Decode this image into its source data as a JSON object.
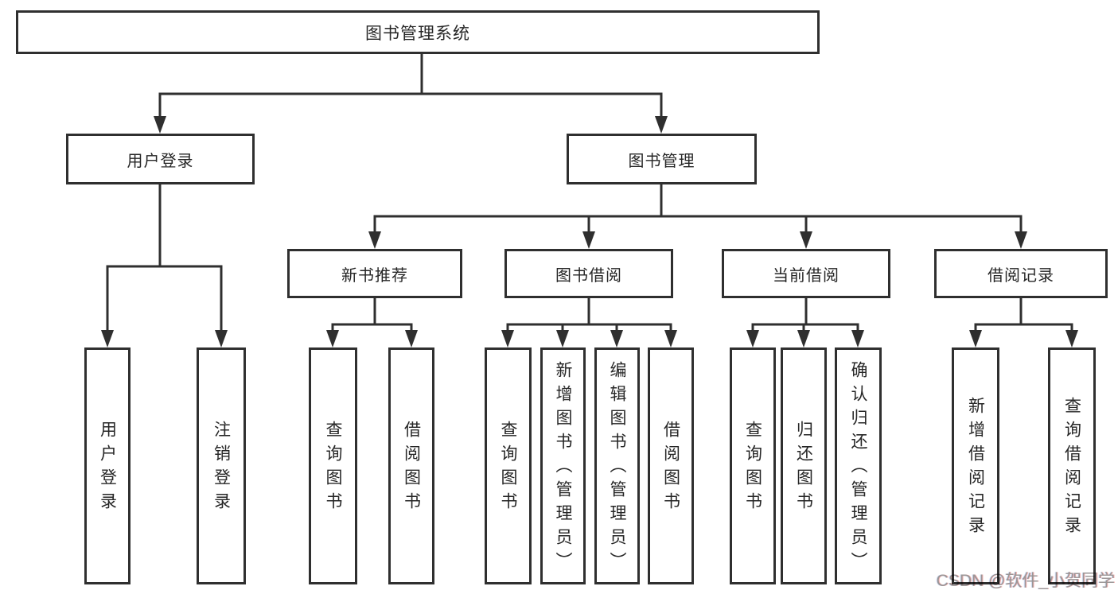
{
  "diagram": {
    "title": "图书管理系统",
    "branches": [
      {
        "label": "用户登录",
        "children": [
          "用户登录",
          "注销登录"
        ]
      },
      {
        "label": "图书管理",
        "sections": [
          {
            "label": "新书推荐",
            "children": [
              "查询图书",
              "借阅图书"
            ]
          },
          {
            "label": "图书借阅",
            "children": [
              "查询图书",
              "新增图书（管理员）",
              "编辑图书（管理员）",
              "借阅图书"
            ]
          },
          {
            "label": "当前借阅",
            "children": [
              "查询图书",
              "归还图书",
              "确认归还（管理员）"
            ]
          },
          {
            "label": "借阅记录",
            "children": [
              "新增借阅记录",
              "查询借阅记录"
            ]
          }
        ]
      }
    ]
  },
  "colors": {
    "line": "#2f2f2f",
    "text": "#262626",
    "watermark": "#9a9696",
    "background": "#ffffff"
  },
  "watermark": "CSDN @软件_小贺同学"
}
